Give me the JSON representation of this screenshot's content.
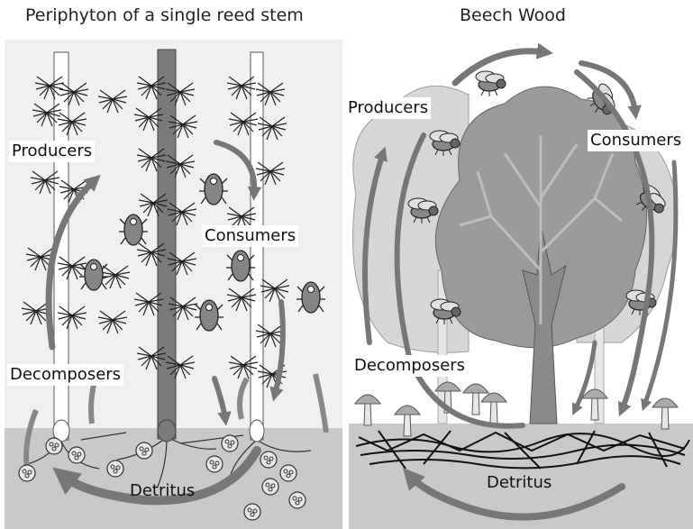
{
  "left_panel": {
    "title": "Periphyton of a single reed stem",
    "labels": {
      "producers": "Producers",
      "consumers": "Consumers",
      "decomposers": "Decomposers",
      "detritus": "Detritus"
    }
  },
  "right_panel": {
    "title": "Beech Wood",
    "labels": {
      "producers": "Producers",
      "consumers": "Consumers",
      "decomposers": "Decomposers",
      "detritus": "Detritus"
    }
  },
  "colors": {
    "panel_background": "#f0f0f0",
    "sediment": "#c9c9c9",
    "arrow": "#777777",
    "stem_dark": "#7a7a7a",
    "tree_canopy": "#9a9a9a",
    "back_canopy": "#d6d6d6"
  }
}
